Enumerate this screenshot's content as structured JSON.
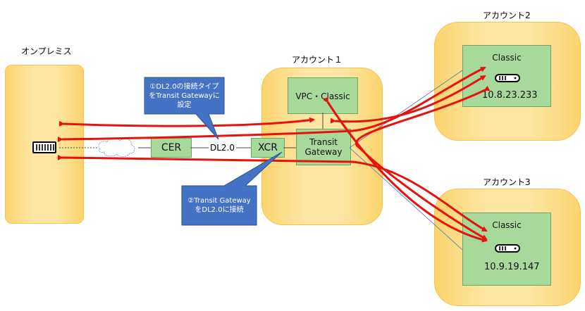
{
  "zones": {
    "onprem": "オンプレミス",
    "account1": "アカウント１",
    "account2": "アカウント2",
    "account3": "アカウント3"
  },
  "boxes": {
    "vpc_classic": "VPC・Classic",
    "transit_gateway": "Transit\nGateway",
    "cer": "CER",
    "xcr": "XCR",
    "classic2": "Classic",
    "classic3": "Classic"
  },
  "link_label": "DL2.0",
  "callouts": {
    "c1": "①DL2.0の接続タイプ\nをTransit Gatewayに\n設定",
    "c2": "②Transit Gateway\nをDL2.0に接続"
  },
  "ips": {
    "acct2": "10.8.23.233",
    "acct3": "10.9.19.147"
  },
  "colors": {
    "zone": "#fde6a4",
    "zone_border": "#f4c44e",
    "box": "#a6d99a",
    "box_border": "#6aa85f",
    "callout": "#4472c4",
    "arrow": "#e8120c",
    "thin_line": "#4472c4"
  },
  "icons": [
    "router-icon",
    "server-icon",
    "cloud-icon"
  ]
}
